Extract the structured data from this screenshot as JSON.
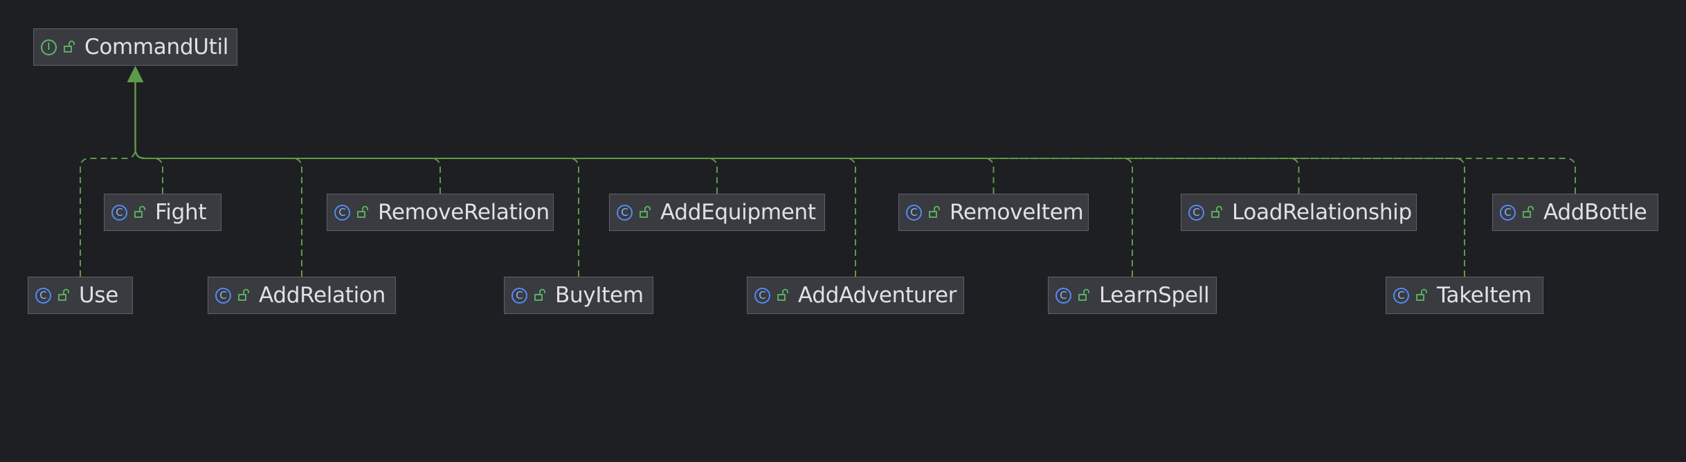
{
  "diagram": {
    "interface": {
      "name": "CommandUtil",
      "kind_icon": "interface-icon",
      "kind_glyph": "I",
      "visibility_icon": "public-lock-icon"
    },
    "classes": [
      {
        "id": "use",
        "name": "Use"
      },
      {
        "id": "fight",
        "name": "Fight"
      },
      {
        "id": "add-relation",
        "name": "AddRelation"
      },
      {
        "id": "remove-relation",
        "name": "RemoveRelation"
      },
      {
        "id": "buy-item",
        "name": "BuyItem"
      },
      {
        "id": "add-equipment",
        "name": "AddEquipment"
      },
      {
        "id": "add-adventurer",
        "name": "AddAdventurer"
      },
      {
        "id": "remove-item",
        "name": "RemoveItem"
      },
      {
        "id": "learn-spell",
        "name": "LearnSpell"
      },
      {
        "id": "load-relationship",
        "name": "LoadRelationship"
      },
      {
        "id": "take-item",
        "name": "TakeItem"
      },
      {
        "id": "add-bottle",
        "name": "AddBottle"
      }
    ],
    "class_kind_glyph": "C",
    "class_kind_icon": "class-icon",
    "relation": "implements",
    "colors": {
      "background": "#1e1f22",
      "node_fill": "#393b40",
      "node_border": "#5e6166",
      "edge": "#5f9a4a",
      "class_icon": "#548af7",
      "interface_icon": "#5fb865",
      "lock_icon": "#5fb865",
      "label_text": "#dfe1e5"
    }
  }
}
